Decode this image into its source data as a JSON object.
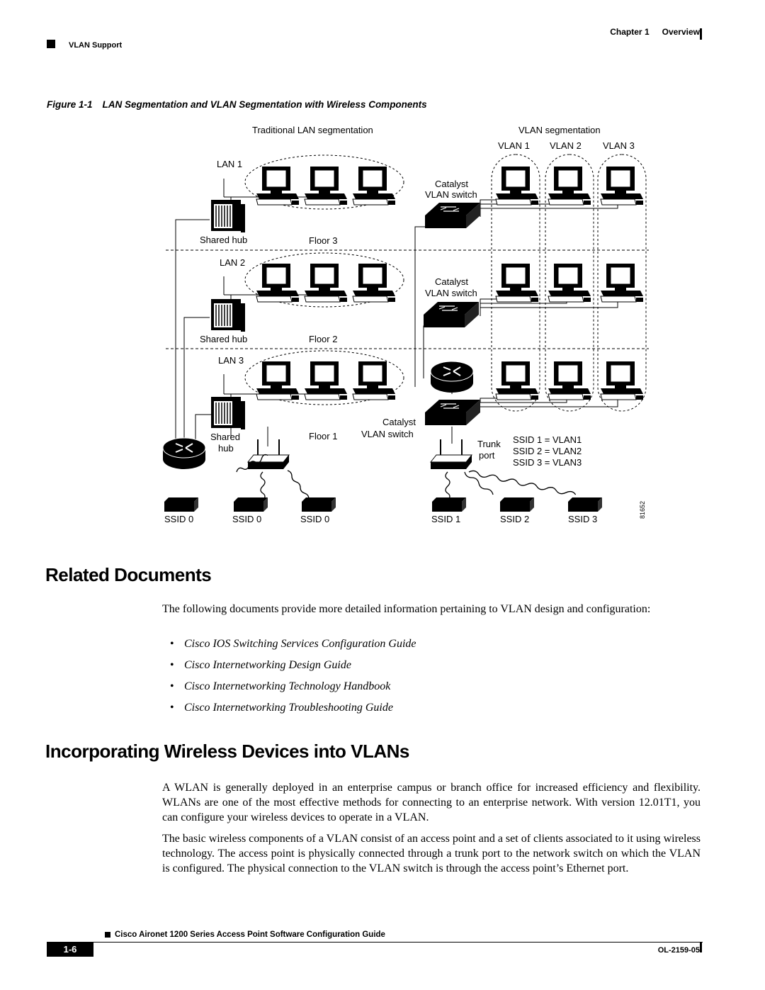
{
  "header": {
    "chapter": "Chapter 1",
    "section": "Overview",
    "running_title": "VLAN Support"
  },
  "figure": {
    "number": "Figure 1-1",
    "title": "LAN Segmentation and VLAN Segmentation with Wireless Components",
    "labels": {
      "traditional": "Traditional LAN segmentation",
      "vlan_seg": "VLAN segmentation",
      "vlan1": "VLAN 1",
      "vlan2": "VLAN 2",
      "vlan3": "VLAN 3",
      "lan1": "LAN 1",
      "lan2": "LAN 2",
      "lan3": "LAN 3",
      "shared_hub": "Shared hub",
      "shared": "Shared",
      "hub": "hub",
      "floor3": "Floor 3",
      "floor2": "Floor 2",
      "floor1": "Floor 1",
      "catalyst": "Catalyst",
      "vlan_switch": "VLAN switch",
      "trunk": "Trunk",
      "port": "port",
      "ssid_map_1": "SSID 1 = VLAN1",
      "ssid_map_2": "SSID 2 = VLAN2",
      "ssid_map_3": "SSID 3 = VLAN3",
      "ssid0": "SSID 0",
      "ssid1": "SSID 1",
      "ssid2": "SSID 2",
      "ssid3": "SSID 3",
      "figure_id": "81652"
    }
  },
  "related": {
    "heading": "Related Documents",
    "intro": "The following documents provide more detailed information pertaining to VLAN design and configuration:",
    "items": [
      "Cisco IOS Switching Services Configuration Guide",
      "Cisco Internetworking Design Guide",
      "Cisco Internetworking Technology Handbook",
      "Cisco Internetworking Troubleshooting Guide"
    ]
  },
  "wireless": {
    "heading": "Incorporating Wireless Devices into VLANs",
    "p1": "A WLAN is generally deployed in an enterprise campus or branch office for increased efficiency and flexibility. WLANs are one of the most effective methods for connecting to an enterprise network. With version 12.01T1, you can configure your wireless devices to operate in a VLAN.",
    "p2": "The basic wireless components of a VLAN consist of an access point and a set of clients associated to it using wireless technology. The access point is physically connected through a trunk port to the network switch on which the VLAN is configured. The physical connection to the VLAN switch is through the access point’s Ethernet port."
  },
  "footer": {
    "guide_title": "Cisco Aironet 1200 Series Access Point Software Configuration Guide",
    "page": "1-6",
    "doc_number": "OL-2159-05"
  }
}
